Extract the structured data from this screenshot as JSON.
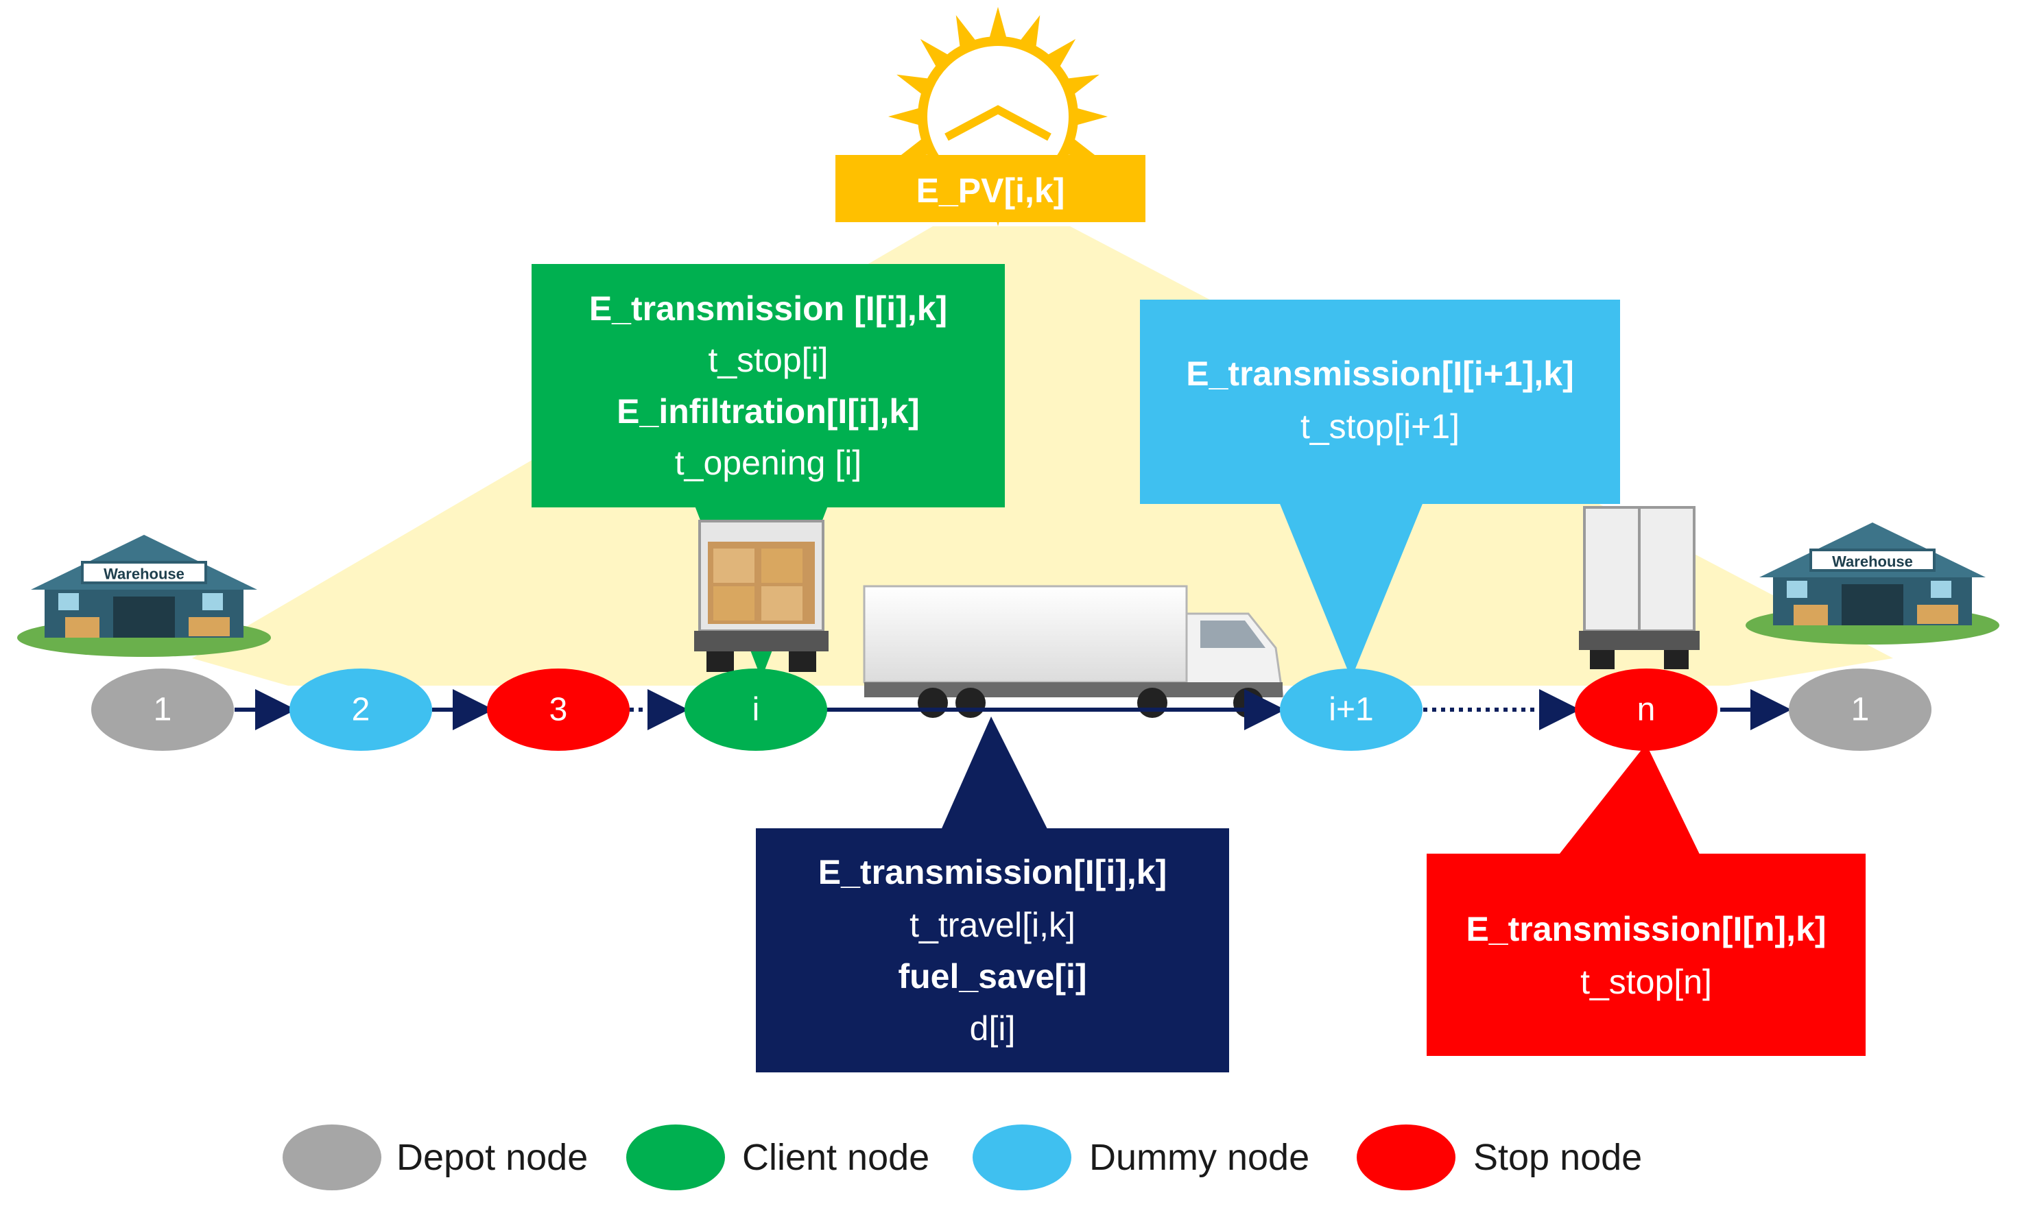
{
  "pv_box": {
    "label": "E_PV[i,k]"
  },
  "client_box": {
    "lines": [
      "E_transmission [I[i],k]",
      "t_stop[i]",
      "E_infiltration[I[i],k]",
      "t_opening [i]"
    ]
  },
  "dummy_box": {
    "lines": [
      "E_transmission[I[i+1],k]",
      "t_stop[i+1]"
    ]
  },
  "travel_box": {
    "lines": [
      "E_transmission[I[i],k]",
      "t_travel[i,k]",
      "fuel_save[i]",
      "d[i]"
    ]
  },
  "stop_box": {
    "lines": [
      "E_transmission[I[n],k]",
      "t_stop[n]"
    ]
  },
  "warehouse": {
    "sign": "Warehouse"
  },
  "nodes": [
    {
      "label": "1",
      "type": "depot"
    },
    {
      "label": "2",
      "type": "dummy"
    },
    {
      "label": "3",
      "type": "stop"
    },
    {
      "label": "i",
      "type": "client"
    },
    {
      "label": "i+1",
      "type": "dummy"
    },
    {
      "label": "n",
      "type": "stop"
    },
    {
      "label": "1",
      "type": "depot"
    }
  ],
  "legend": [
    {
      "label": "Depot node",
      "color": "#a6a6a6"
    },
    {
      "label": "Client node",
      "color": "#00b050"
    },
    {
      "label": "Dummy node",
      "color": "#3fc0f0"
    },
    {
      "label": "Stop node",
      "color": "#ff0000"
    }
  ],
  "colors": {
    "depot": "#a6a6a6",
    "client": "#00b050",
    "dummy": "#3fc0f0",
    "stop": "#ff0000",
    "navy": "#0d1f5c",
    "sun": "#ffc000",
    "light_yellow": "#fff3b0"
  }
}
